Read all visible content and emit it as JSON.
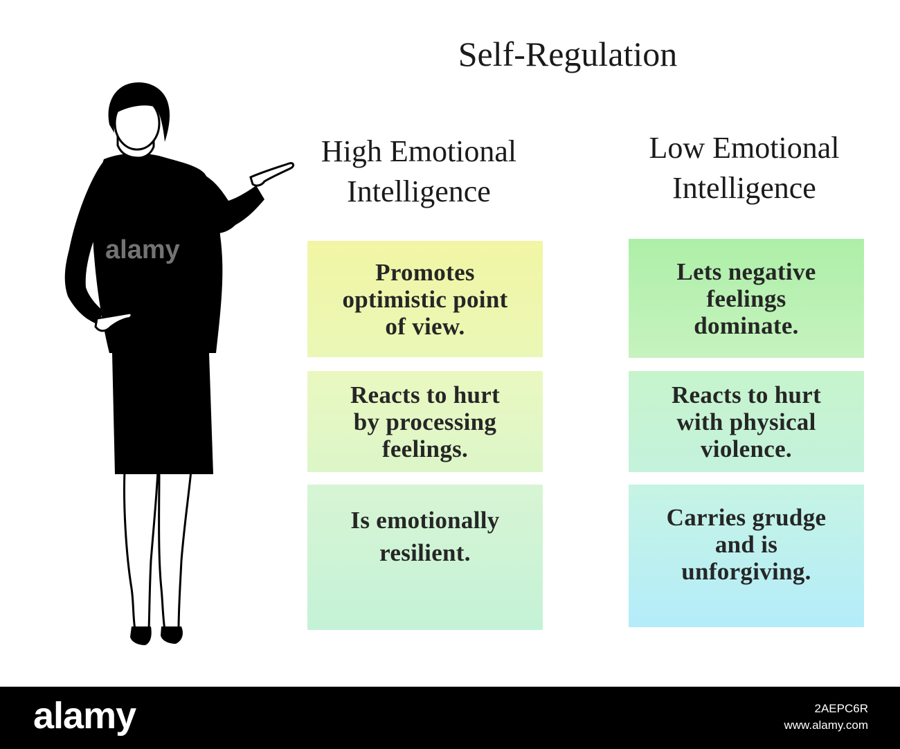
{
  "title": "Self-Regulation",
  "columns": {
    "high": {
      "heading": "High Emotional\nIntelligence",
      "items": [
        "Promotes\noptimistic point\nof view.",
        "Reacts to hurt\nby processing\nfeelings.",
        "Is emotionally\nresilient."
      ]
    },
    "low": {
      "heading": "Low Emotional\nIntelligence",
      "items": [
        "Lets negative\nfeelings\ndominate.",
        "Reacts to hurt\nwith physical\nviolence.",
        "Carries  grudge\nand is\nunforgiving."
      ]
    }
  },
  "figure": {
    "icon": "businesswoman-silhouette-icon"
  },
  "watermark": {
    "text": "alamy"
  },
  "footer": {
    "logo": "alamy",
    "image_id": "2AEPC6R",
    "url": "www.alamy.com"
  }
}
